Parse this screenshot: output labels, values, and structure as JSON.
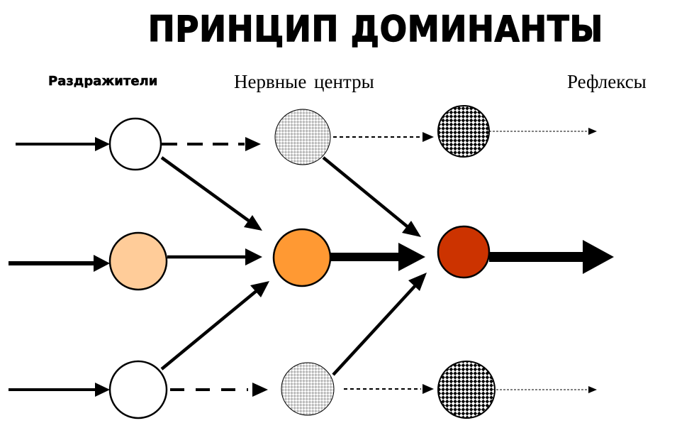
{
  "title": "ПРИНЦИП   ДОМИНАНТЫ",
  "columns": {
    "stimuli": "Раздражители",
    "centers": "Нервные  центры",
    "reflexes": "Рефлексы"
  },
  "colors": {
    "ink": "#000000",
    "stimulus_plain": "#ffffff",
    "stimulus_dominant": "#ffcc99",
    "center_dominant": "#ff9933",
    "reflex_dominant": "#cc3300",
    "center_inhibited_pattern": "light checkered grey",
    "reflex_inhibited_pattern": "dark diamond checkered"
  }
}
